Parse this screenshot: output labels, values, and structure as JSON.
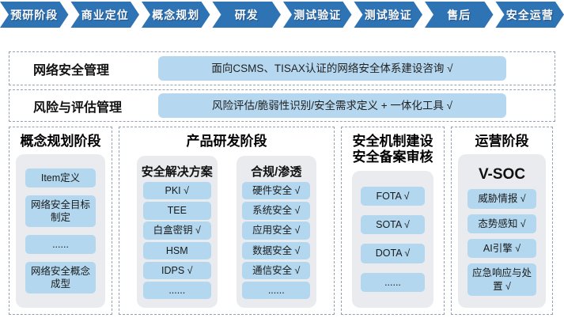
{
  "pipeline": {
    "stages": [
      "预研阶段",
      "商业定位",
      "概念规划",
      "研发",
      "测试验证",
      "测试验证",
      "售后",
      "安全运营"
    ]
  },
  "rows": [
    {
      "label": "网络安全管理",
      "value": "面向CSMS、TISAX认证的网络安全体系建设咨询 √"
    },
    {
      "label": "风险与评估管理",
      "value": "风险评估/脆弱性识别/安全需求定义 + 一体化工具 √"
    }
  ],
  "columns": [
    {
      "title": "概念规划阶段",
      "items": [
        "Item定义",
        "网络安全目标制定",
        "......",
        "网络安全概念成型"
      ]
    },
    {
      "title": "产品研发阶段",
      "groups": [
        {
          "header": "安全解决方案",
          "items": [
            "PKI √",
            "TEE",
            "白盒密钥 √",
            "HSM",
            "IDPS √",
            "......"
          ]
        },
        {
          "header": "合规/渗透",
          "items": [
            "硬件安全 √",
            "系统安全 √",
            "应用安全 √",
            "数据安全 √",
            "通信安全 √",
            "......"
          ]
        }
      ]
    },
    {
      "title_line1": "安全机制建设",
      "title_line2": "安全备案审核",
      "items": [
        "FOTA √",
        "SOTA √",
        "DOTA √",
        "......"
      ]
    },
    {
      "title": "运营阶段",
      "header": "V-SOC",
      "items": [
        "威胁情报 √",
        "态势感知 √",
        "AI引擎 √",
        "应急响应与处置 √"
      ]
    }
  ],
  "colors": {
    "pipeline_blue": "#2e73b4",
    "pipeline_outline": "#1b4873",
    "item_blue": "#b2d7ef",
    "pill_blue": "#b5d8f0",
    "panel_gray": "#e9ebee",
    "dashed_border": "#93a1b1"
  }
}
